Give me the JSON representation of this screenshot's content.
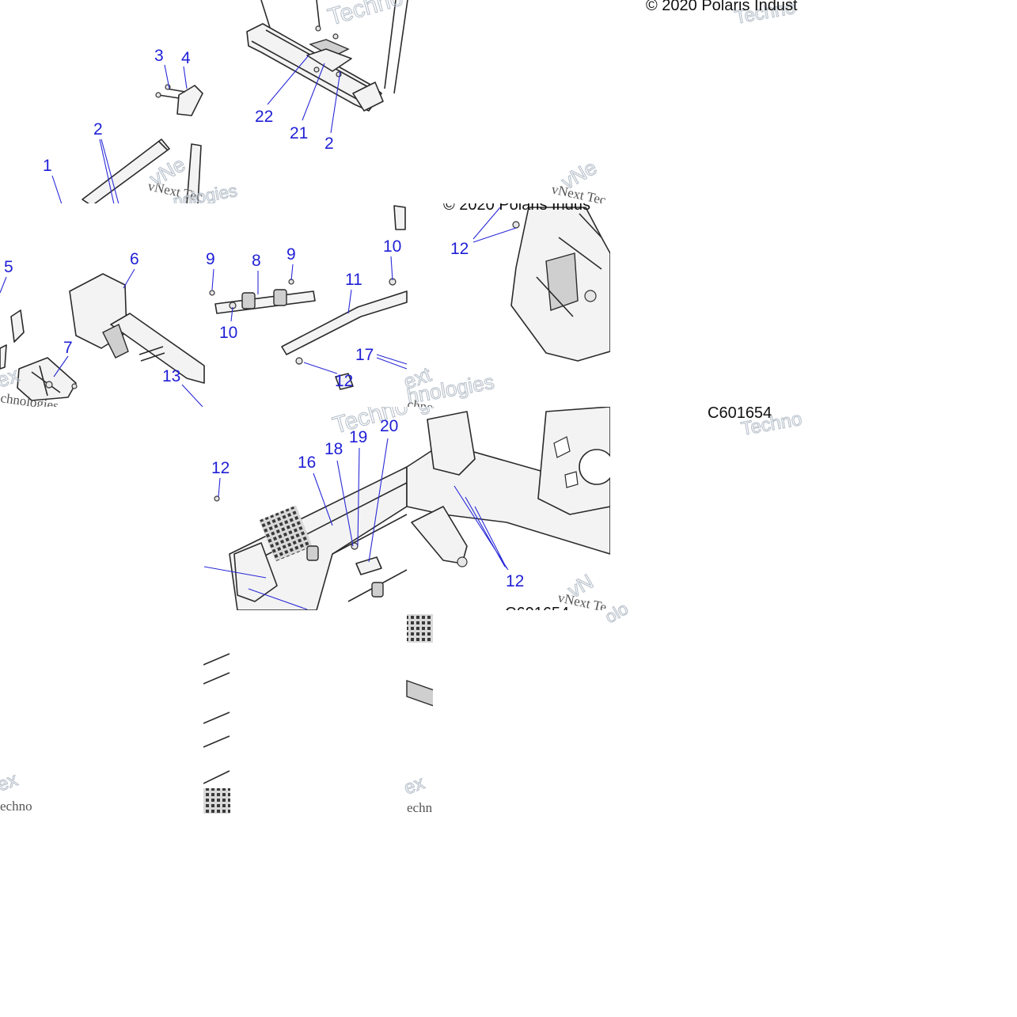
{
  "diagram": {
    "copyright": "© 2020 Polaris Indust",
    "copyright_repeat": "© 2020 Polaris Indus",
    "figure_id": "C601654",
    "figure_id_repeat": "C601654",
    "watermark": {
      "brand": "vNext",
      "word": "Technologies",
      "line": "vNext Tec"
    },
    "callout_color": "#1f1fd6",
    "callouts": [
      {
        "id": "c1",
        "label": "1"
      },
      {
        "id": "c2a",
        "label": "2"
      },
      {
        "id": "c2b",
        "label": "2"
      },
      {
        "id": "c3",
        "label": "3"
      },
      {
        "id": "c4",
        "label": "4"
      },
      {
        "id": "c5",
        "label": "5"
      },
      {
        "id": "c6",
        "label": "6"
      },
      {
        "id": "c7",
        "label": "7"
      },
      {
        "id": "c8",
        "label": "8"
      },
      {
        "id": "c9a",
        "label": "9"
      },
      {
        "id": "c9b",
        "label": "9"
      },
      {
        "id": "c10a",
        "label": "10"
      },
      {
        "id": "c10b",
        "label": "10"
      },
      {
        "id": "c11",
        "label": "11"
      },
      {
        "id": "c12a",
        "label": "12"
      },
      {
        "id": "c12b",
        "label": "12"
      },
      {
        "id": "c12c",
        "label": "12"
      },
      {
        "id": "c12d",
        "label": "12"
      },
      {
        "id": "c13",
        "label": "13"
      },
      {
        "id": "c16",
        "label": "16"
      },
      {
        "id": "c17",
        "label": "17"
      },
      {
        "id": "c18",
        "label": "18"
      },
      {
        "id": "c19",
        "label": "19"
      },
      {
        "id": "c20",
        "label": "20"
      },
      {
        "id": "c21",
        "label": "21"
      },
      {
        "id": "c22",
        "label": "22"
      }
    ]
  }
}
